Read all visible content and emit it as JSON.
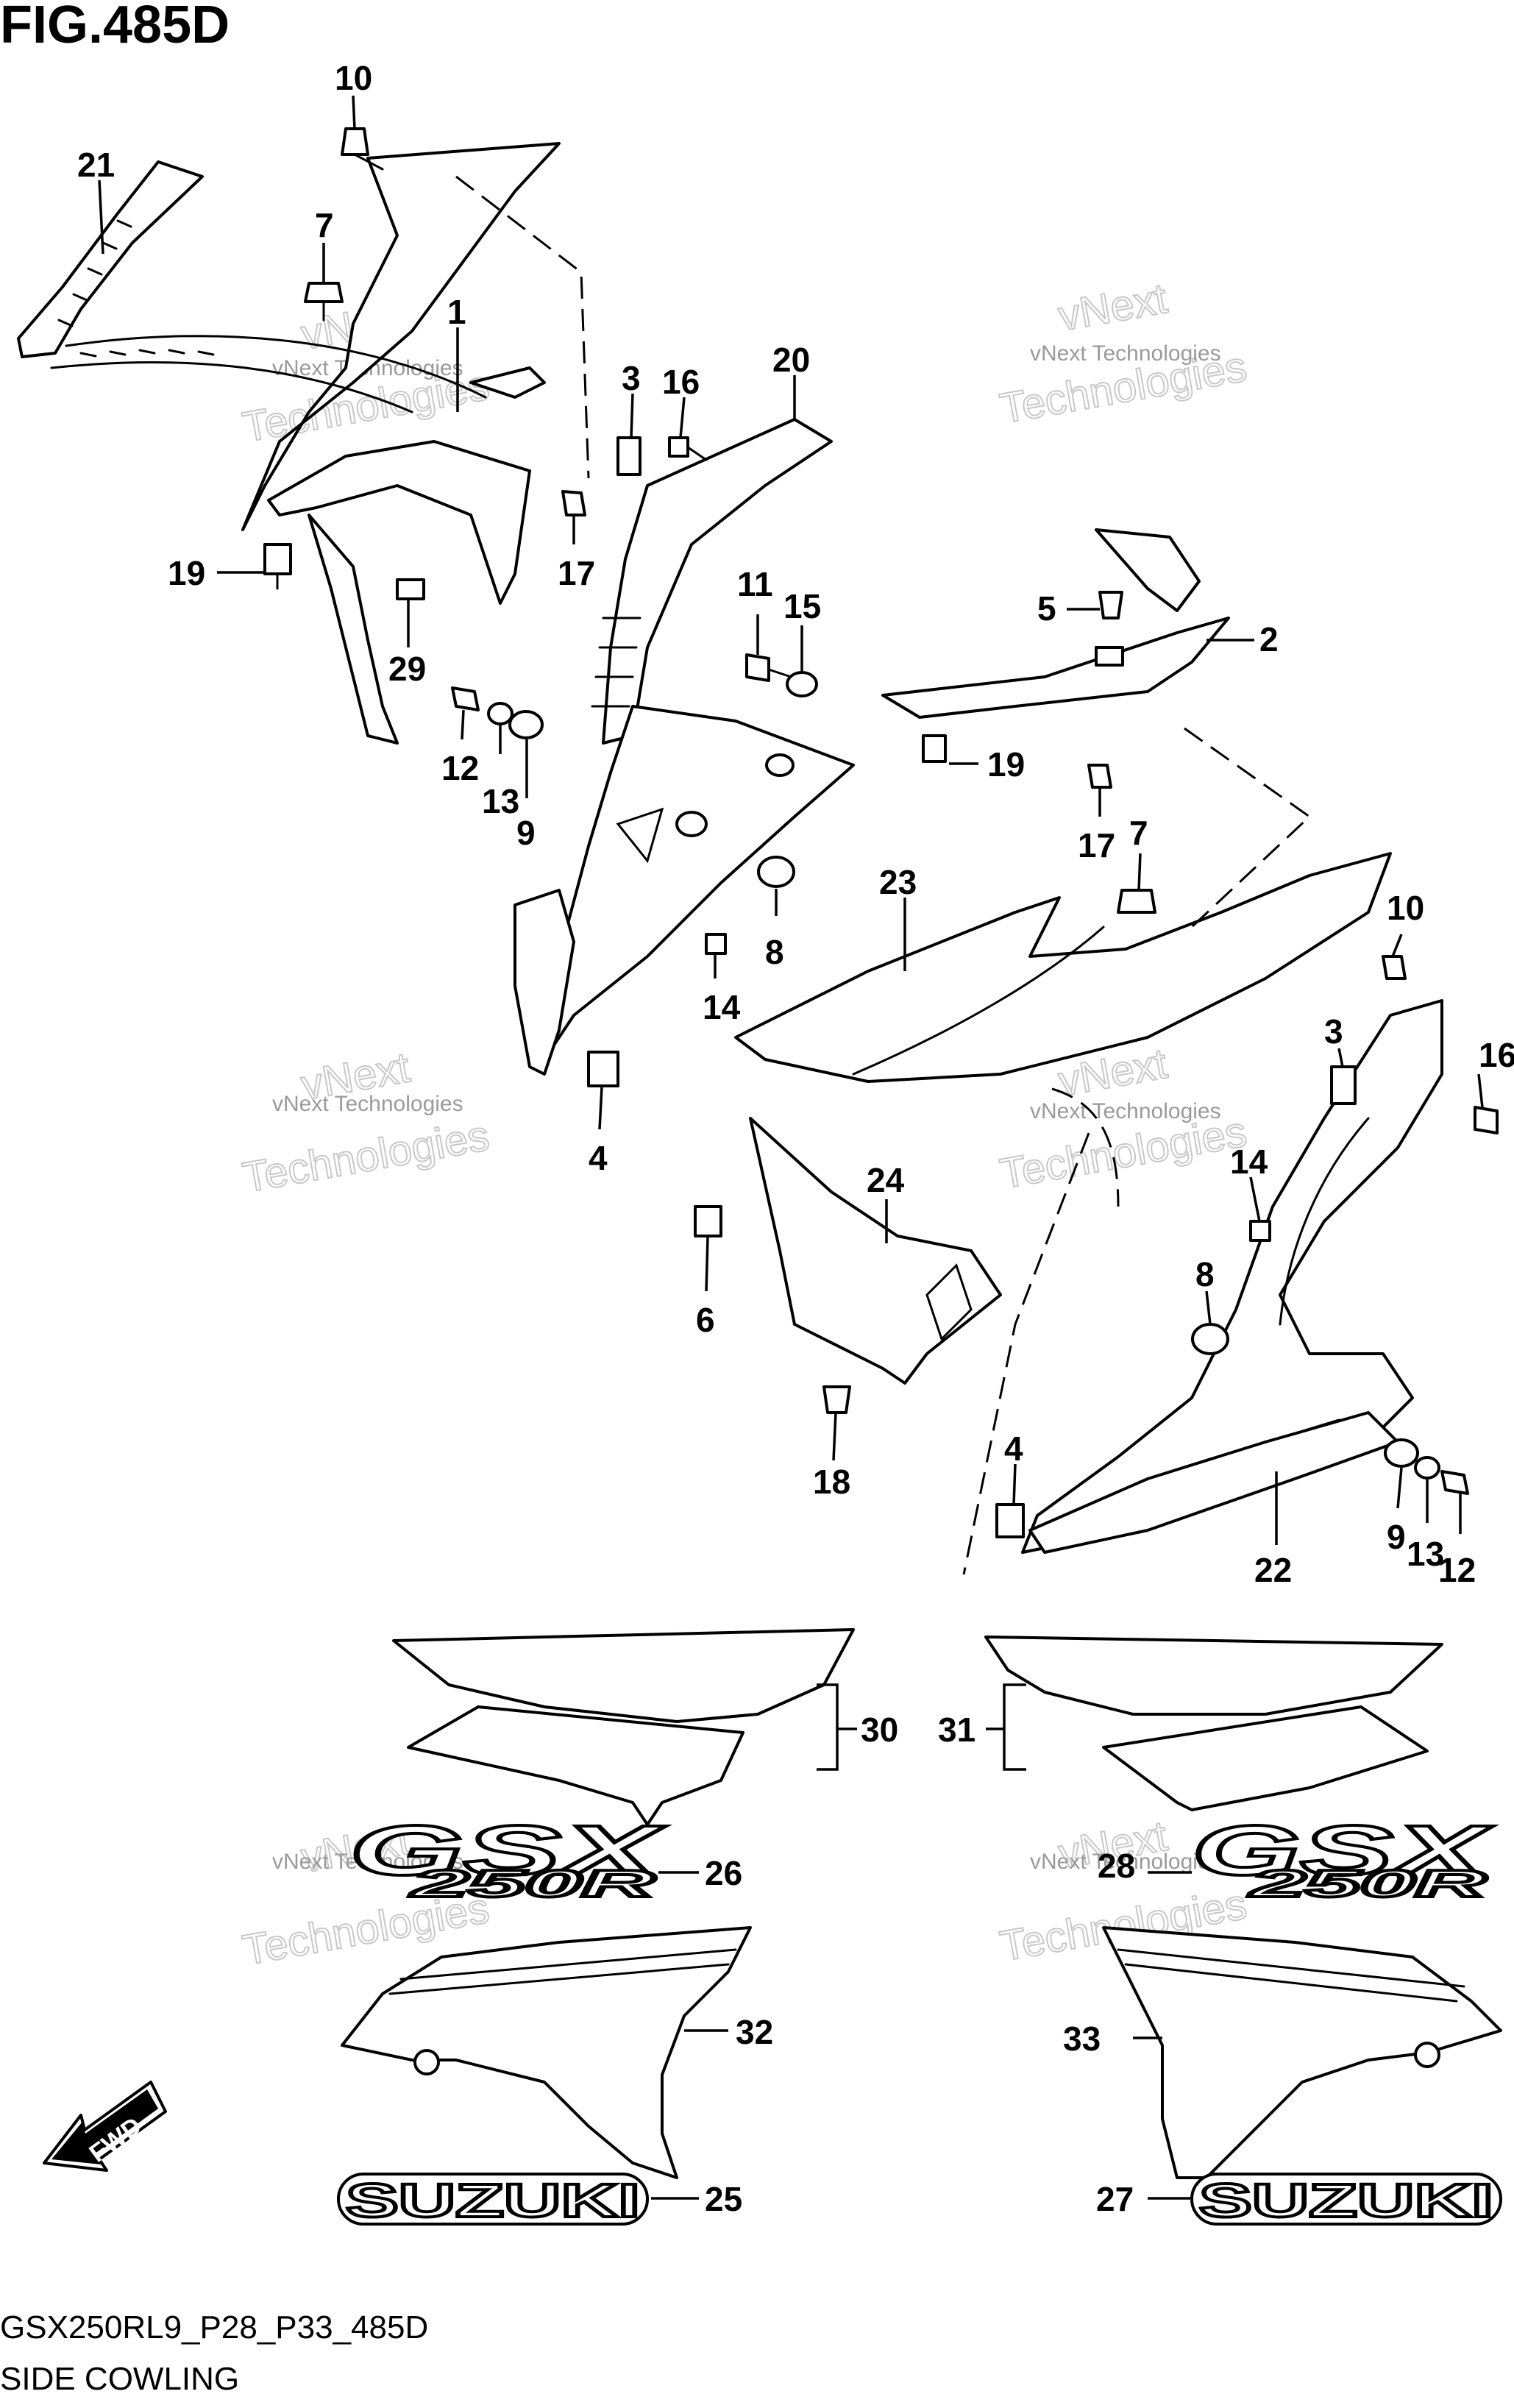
{
  "figure": {
    "title": "FIG.485D",
    "model_code": "GSX250RL9_P28_P33_485D",
    "section_name": "SIDE COWLING"
  },
  "watermark": {
    "line1": "vNext Technologies",
    "line2": "vNext",
    "line3": "Technologies"
  },
  "direction_arrow": {
    "label": "FWD"
  },
  "decals": {
    "gsx_left": "GSX",
    "gsx_right": "GSX",
    "model_left": "250R",
    "model_right": "250R",
    "brand_left": "SUZUKI",
    "brand_right": "SUZUKI"
  },
  "callouts": [
    "10",
    "21",
    "7",
    "1",
    "3",
    "16",
    "20",
    "19",
    "17",
    "29",
    "11",
    "15",
    "12",
    "13",
    "9",
    "5",
    "2",
    "19",
    "17",
    "7",
    "23",
    "8",
    "14",
    "4",
    "10",
    "3",
    "16",
    "24",
    "14",
    "6",
    "8",
    "18",
    "4",
    "9",
    "13",
    "12",
    "22",
    "30",
    "31",
    "26",
    "28",
    "32",
    "33",
    "25",
    "27"
  ]
}
